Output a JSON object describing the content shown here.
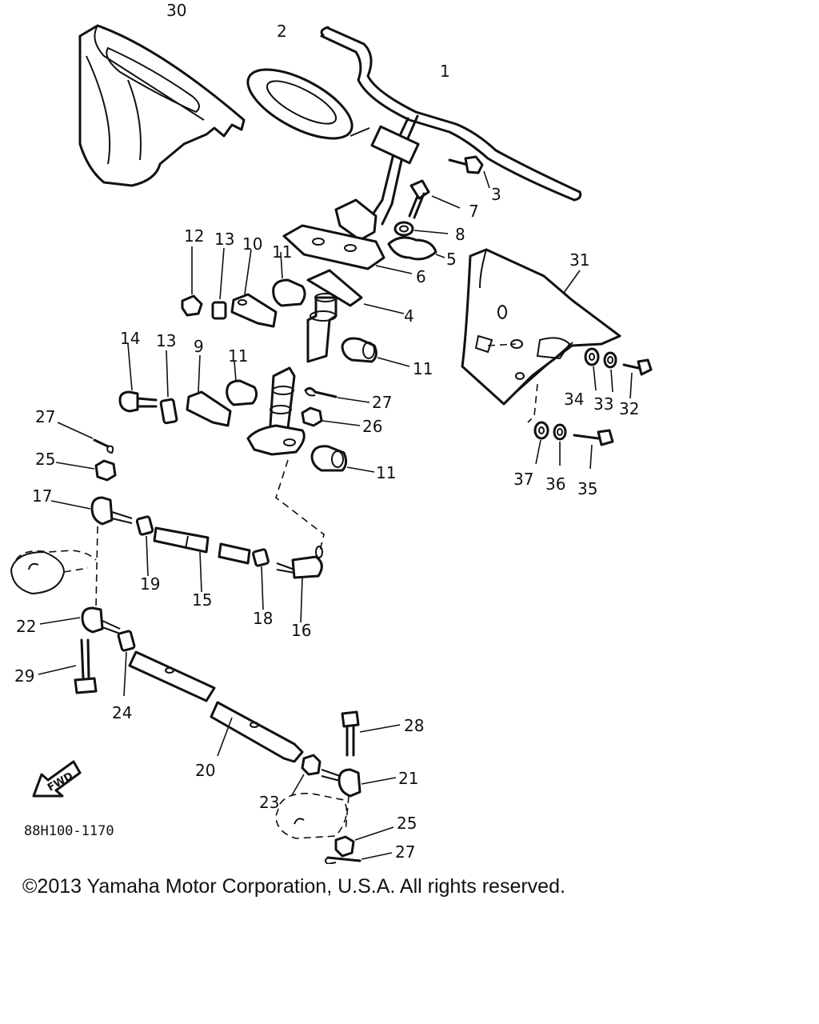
{
  "diagram": {
    "drawing_code": "88H100-1170",
    "fwd_label": "FWD",
    "callouts": [
      "1",
      "2",
      "3",
      "4",
      "5",
      "6",
      "7",
      "8",
      "9",
      "10",
      "11",
      "12",
      "13",
      "14",
      "15",
      "16",
      "17",
      "18",
      "19",
      "20",
      "21",
      "22",
      "23",
      "24",
      "25",
      "26",
      "27",
      "28",
      "29",
      "30",
      "31",
      "32",
      "33",
      "34",
      "35",
      "36",
      "37"
    ]
  },
  "footer": {
    "copyright": "©2013 Yamaha Motor Corporation, U.S.A. All rights reserved."
  }
}
